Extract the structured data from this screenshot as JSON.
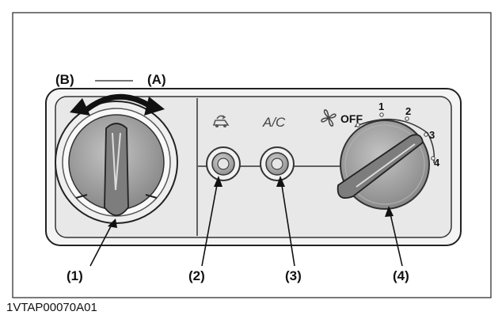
{
  "labels": {
    "a": "(A)",
    "b": "(B)",
    "c1": "(1)",
    "c2": "(2)",
    "c3": "(3)",
    "c4": "(4)"
  },
  "fan_scale": {
    "off": "OFF",
    "s1": "1",
    "s2": "2",
    "s3": "3",
    "s4": "4"
  },
  "button_symbols": {
    "ac": "A/C"
  },
  "figure_code": "1VTAP00070A01",
  "icons": [
    "air-recirculation-icon",
    "fan-icon",
    "double-headed-arrow-icon"
  ],
  "colors": {
    "line": "#222222",
    "panel": "#e9e9e9",
    "knob": "#9a9a9a",
    "knob_dark": "#6e6e6e"
  }
}
